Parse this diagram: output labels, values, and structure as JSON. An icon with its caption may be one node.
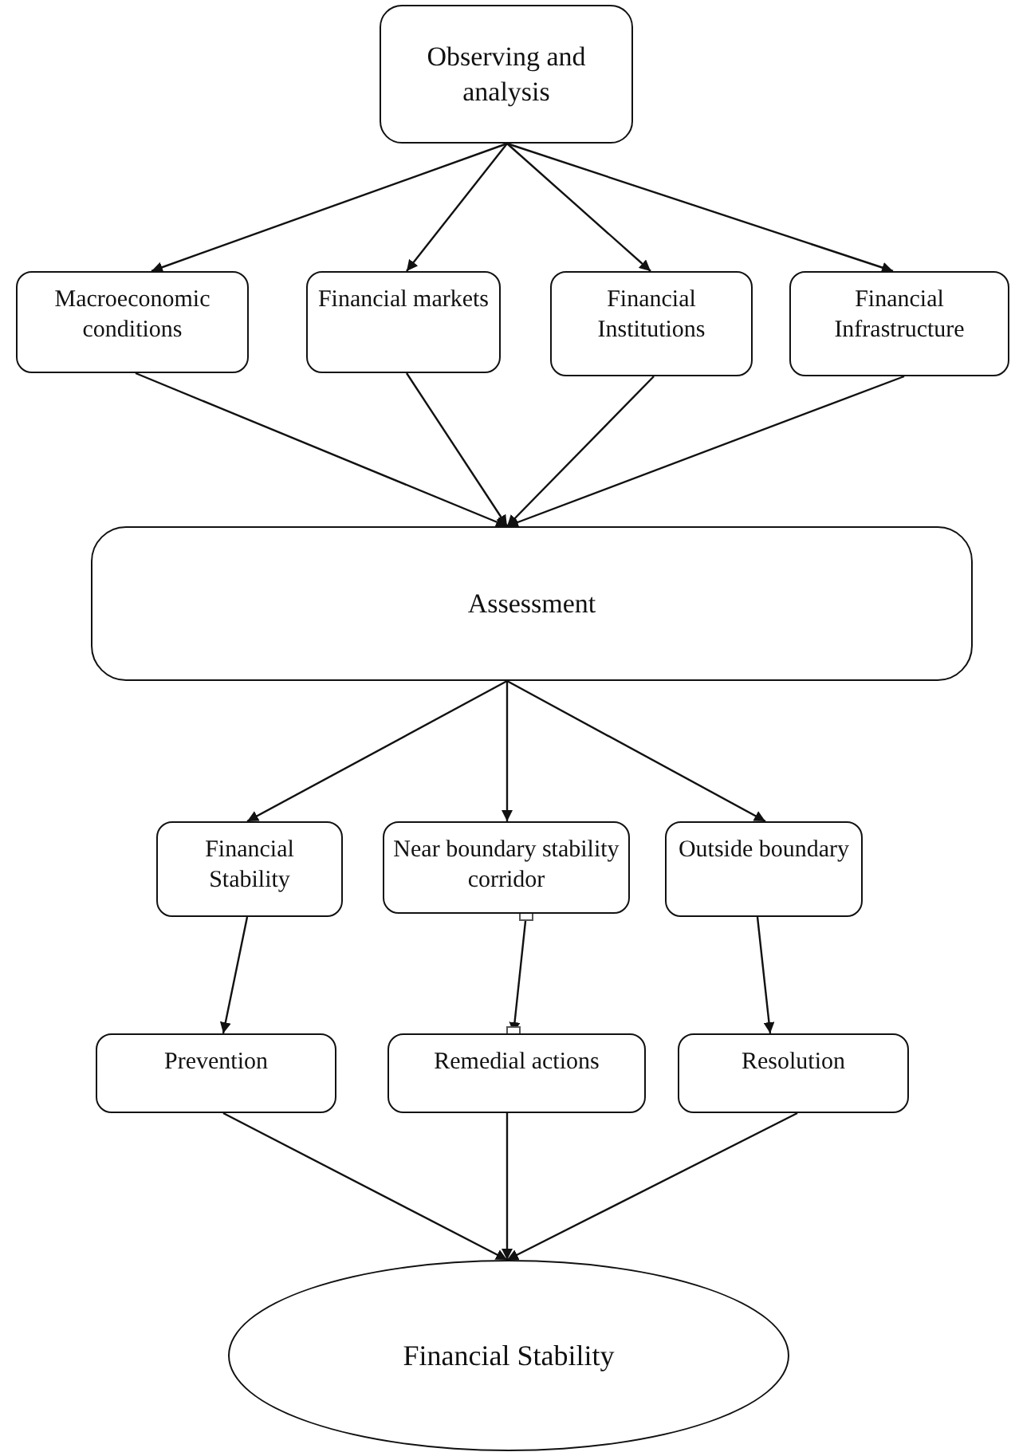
{
  "diagram": {
    "nodes": [
      {
        "text": [
          "Observing and analysis"
        ]
      },
      {
        "text": [
          "Macroeconomic conditions"
        ]
      },
      {
        "text": [
          "Financial markets"
        ]
      },
      {
        "text": [
          "Financial Institutions"
        ]
      },
      {
        "text": [
          "Financial Infrastructure"
        ]
      },
      {
        "text": [
          "Assessment"
        ]
      },
      {
        "text": [
          "Financial Stability"
        ]
      },
      {
        "text": [
          "Near boundary stability corridor"
        ]
      },
      {
        "text": [
          "Outside boundary"
        ]
      },
      {
        "text": [
          "Prevention"
        ]
      },
      {
        "text": [
          "Remedial actions"
        ]
      },
      {
        "text": [
          "Resolution"
        ]
      },
      {
        "text": [
          "Financial Stability"
        ]
      }
    ],
    "edges": [
      {
        "from": 0,
        "to": 1,
        "arrow": "to"
      },
      {
        "from": 0,
        "to": 2,
        "arrow": "to"
      },
      {
        "from": 0,
        "to": 3,
        "arrow": "to"
      },
      {
        "from": 0,
        "to": 4,
        "arrow": "to"
      },
      {
        "from": 1,
        "to": 5,
        "arrow": "to"
      },
      {
        "from": 2,
        "to": 5,
        "arrow": "to"
      },
      {
        "from": 3,
        "to": 5,
        "arrow": "to"
      },
      {
        "from": 4,
        "to": 5,
        "arrow": "to"
      },
      {
        "from": 5,
        "to": 6,
        "arrow": "to"
      },
      {
        "from": 5,
        "to": 7,
        "arrow": "to"
      },
      {
        "from": 5,
        "to": 8,
        "arrow": "to"
      },
      {
        "from": 6,
        "to": 9,
        "arrow": "to"
      },
      {
        "from": 7,
        "to": 10,
        "arrow": "to"
      },
      {
        "from": 8,
        "to": 11,
        "arrow": "to"
      },
      {
        "from": 9,
        "to": 12,
        "arrow": "to"
      },
      {
        "from": 10,
        "to": 12,
        "arrow": "to"
      },
      {
        "from": 11,
        "to": 12,
        "arrow": "to"
      }
    ]
  }
}
